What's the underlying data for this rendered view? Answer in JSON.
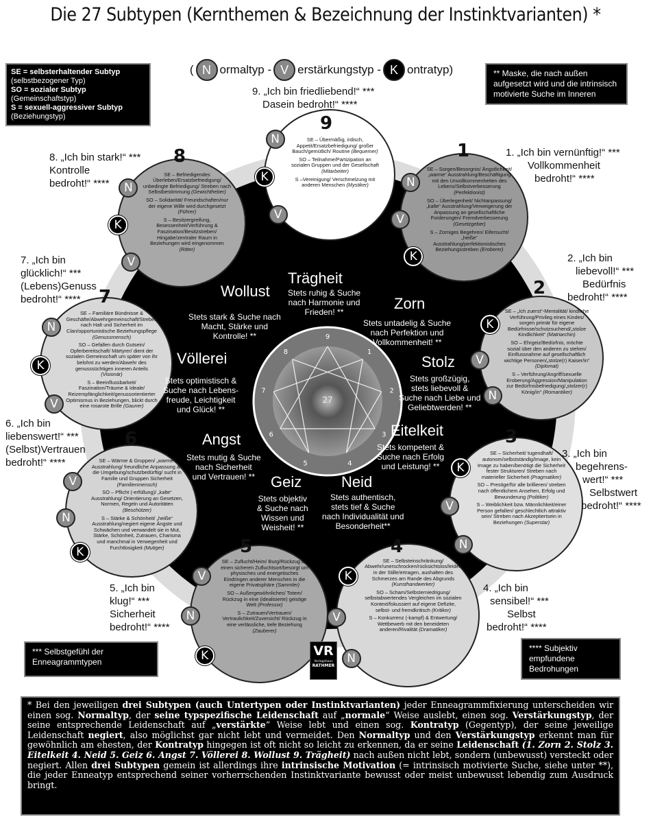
{
  "title": "Die 27 Subtypen (Kernthemen & Bezeichnung der Instinktvarianten) *",
  "legend_left": [
    {
      "t": "SE = selbsterhaltender Subtyp",
      "b": true
    },
    {
      "t": "(selbstbezogener Typ)",
      "b": false
    },
    {
      "t": "SO = sozialer Subtyp",
      "b": true
    },
    {
      "t": "(Gemeinschaftstyp)",
      "b": false
    },
    {
      "t": "S = sexuell-aggressiver Subtyp",
      "b": true
    },
    {
      "t": "(Beziehungstyp)",
      "b": false
    }
  ],
  "legend_right": "** Maske, die nach außen aufgesetzt wird und die intrinsisch motivierte Suche im Inneren",
  "pill": {
    "open": "(",
    "n": "N",
    "normal": "ormaltyp - ",
    "v": "V",
    "verst": "erstärkungstyp - ",
    "k": "K",
    "kontra": "ontratyp)"
  },
  "center_label": "27",
  "note_left": "*** Selbstgefühl der Enneagrammtypen",
  "note_right": "**** Subjektiv empfundene Bedrohungen",
  "logo": {
    "mark": "VR",
    "line1": "Verlagshaus",
    "line2": "RATHMER"
  },
  "colors": {
    "background": "#000000",
    "ring": "#d9d9d9",
    "badge_grey": "#8a8a8a",
    "badge_k": "#000000"
  },
  "types": [
    {
      "n": "9",
      "fill": "#ffffff",
      "sin": "Trägheit",
      "quote": [
        "9. „Ich bin friedliebend!“ ***",
        "Dasein bedroht!“ ****"
      ],
      "motivation": [
        "Stets ruhig & Suche",
        "nach Harmonie und",
        "Frieden! **"
      ],
      "subtypes": [
        {
          "badge": "N",
          "text": "SE – Übermäßig, irdisch, Appetit/Ersatzbefriedigung/ großer Bauch/gemütlich/ Routine",
          "name": "(Bequemer)"
        },
        {
          "badge": "K",
          "text": "SO – Teilnahme/Partizipation an sozialen Gruppen und der Gesellschaft",
          "name": "(Mitarbeiter)"
        },
        {
          "badge": "V",
          "text": "S –Vereinigung/ Verschmelzung mit anderen Menschen",
          "name": "(Mystiker)"
        }
      ]
    },
    {
      "n": "1",
      "fill": "#9a9a9a",
      "sin": "Zorn",
      "quote": [
        "1. „Ich bin vernünftig!“ ***",
        "Vollkommenheit",
        "bedroht!“ ****"
      ],
      "motivation": [
        "Stets untadelig & Suche",
        "nach Perfektion und",
        "Vollkommenheit! **"
      ],
      "subtypes": [
        {
          "badge": "N",
          "text": "SE – Sorgen/Besorgnis/ Ängstlichkeit/„warme“ Ausstrahlung/Beschäftigung mit den Unvollkommenheiten des Lebens/Selbstverbesserung",
          "name": "(Perfektionist)"
        },
        {
          "badge": "V",
          "text": "SO – Überlegenheit/ Nichtanpassung/„kalte“ Ausstrahlung/Verweigerung der Anpassung an gesellschaftliche Forderungen/ Fremdverbesserung",
          "name": "(Gesetzgeber)"
        },
        {
          "badge": "K",
          "text": "S – Zorniges Begehren/ Eifersucht/„heiße“ Ausstrahlung/perfektionistisches Beziehungsstreben",
          "name": "(Eroberer)"
        }
      ]
    },
    {
      "n": "2",
      "fill": "#c8c8c8",
      "sin": "Stolz",
      "quote": [
        "2. „Ich bin",
        "liebevoll!“ ***",
        "Bedürfnis",
        "bedroht!“ ****"
      ],
      "motivation": [
        "Stets großzügig,",
        "stets liebevoll &",
        "Suche nach Liebe und",
        "Geliebtwerden! **"
      ],
      "subtypes": [
        {
          "badge": "K",
          "text": "SE – „Ich zuerst“-Mentalität/ kindliche Verführung/Privileg eines Kindes/ sorgen primär für eigene Bedürfnisse/schutzsuchend/„stolze Kindlichkeit“",
          "name": "(Matriarchin)"
        },
        {
          "badge": "V",
          "text": "SO – Ehrgeiz/Bedürfnis, möchte sozial über den anderen zu stehen/ Einflussnahme auf gesellschaftlich wichtige Personen/„stolze(r) Kaiser/in“",
          "name": "(Diplomat)"
        },
        {
          "badge": "N",
          "text": "S – Verführung/Angriff/sexuelle Eroberung/Aggression/Manipulation zur Bedürfnisbefriedigung/„stolzer(r) König/in“",
          "name": "(Romantiker)"
        }
      ]
    },
    {
      "n": "3",
      "fill": "#e0e0e0",
      "sin": "Eitelkeit",
      "quote": [
        "3. „Ich bin",
        "begehrens-",
        "wert!“ ***",
        "Selbstwert",
        "bedroht!“ ****"
      ],
      "motivation": [
        "Stets kompetent &",
        "Suche nach Erfolg",
        "und Leistung! **"
      ],
      "subtypes": [
        {
          "badge": "K",
          "text": "SE – Sicherheit/ tugendhaft/ autonom/selbstständig/Image, kein Image zu haben/benötigt die Sicherheit fester Strukturen/ Streben nach materieller Sicherheit",
          "name": "(Pragmatiker)"
        },
        {
          "badge": "V",
          "text": "SO – Prestige/für alle brillieren/ streben nach öffentlichem Ansehen, Erfolg und Bewunderung",
          "name": "(Politiker)"
        },
        {
          "badge": "N",
          "text": "S – Weiblichkeit bzw. Männlichkeit/einer Person gefallen/ geschlechtlich attraktiv sein/ Streben nach Akzeptiertsein in Beziehungen",
          "name": "(Superstar)"
        }
      ]
    },
    {
      "n": "4",
      "fill": "#d8d8d8",
      "sin": "Neid",
      "quote": [
        "4. „Ich bin",
        "sensibel!“ ***",
        "Selbst",
        "bedroht!“ ****"
      ],
      "motivation": [
        "Stets authentisch,",
        "stets tief & Suche",
        "nach Individualität und",
        "Besonderheit**"
      ],
      "subtypes": [
        {
          "badge": "K",
          "text": "SE – Selbsteinschränkung/ Abwehr/unerschrocken/rücksichtslos/leiden in der Stille/ertragen, aushalten des Schmerzes am Rande des Abgrunds",
          "name": "(Kunsthandwerker)"
        },
        {
          "badge": "V",
          "text": "SO – Scham/Selbsterniedrigung/ selbstabwertendes Vergleichen im sozialen Kontext/fokussiert auf eigene Defizite, selbst- und fremdkritisch",
          "name": "(Kritiker)"
        },
        {
          "badge": "N",
          "text": "S – Konkurrenz (-kampf) & Entwertung/ Wettbewerb mit den beneideten anderen/Rivalität",
          "name": "(Dramatiker)"
        }
      ]
    },
    {
      "n": "5",
      "fill": "#a8a8a8",
      "sin": "Geiz",
      "quote": [
        "5. „Ich bin",
        "klug!“ ***",
        "Sicherheit",
        "bedroht!“ ****"
      ],
      "motivation": [
        "Stets objektiv",
        "& Suche nach",
        "Wissen und",
        "Weisheit! **"
      ],
      "subtypes": [
        {
          "badge": "V",
          "text": "SE – Zuflucht/Heim/ Burg/Rückzug an einen sicheren Zufluchtsort/besorgt um physisches und energetisches Eindringen anderer Menschen in die eigene Privatsphäre",
          "name": "(Sammler)"
        },
        {
          "badge": "N",
          "text": "SO – Außergewöhnliches/ Totem/ Rückzug in eine (idealisierte) geistige Welt",
          "name": "(Professor)"
        },
        {
          "badge": "K",
          "text": "S – Zutrauen/Vertrauen/ Vertraulichkeit/Zuversicht/ Rückzug in eine verlässliche, tiefe Beziehung",
          "name": "(Zauberer)"
        }
      ]
    },
    {
      "n": "6",
      "fill": "#d4d4d4",
      "sin": "Angst",
      "quote": [
        "6. „Ich bin",
        "liebenswert!“ ***",
        "(Selbst)Vertrauen",
        "bedroht!“ ****"
      ],
      "motivation": [
        "Stets mutig & Suche",
        "nach Sicherheit",
        "und Vertrauen! **"
      ],
      "subtypes": [
        {
          "badge": "V",
          "text": "SE – Wärme & Gruppen/ „warme“ Ausstrahlung/ freundliche Anpassung an die Umgebung/schutzbedürftig/ sucht in Familie und Gruppen Sicherheit",
          "name": "(Familienmensch)"
        },
        {
          "badge": "N",
          "text": "SO – Pflicht (-erfüllung)/ „kalte“ Ausstrahlung/ Orientierung an Gesetzen, Normen, Regeln und Autoritäten",
          "name": "(Beschützer)"
        },
        {
          "badge": "K",
          "text": "S – Stärke & Schönheit/ „heiße“ Ausstrahlung/negiert eigene Ängste und Schwächen und verwandelt sie in Mut, Stärke, Schönheit, Zutrauen, Charisma und manchmal in Verwegenheit und Furchtlosigkeit",
          "name": "(Mutiger)"
        }
      ]
    },
    {
      "n": "7",
      "fill": "#d8d8d8",
      "sin": "Völlerei",
      "quote": [
        "7. „Ich bin",
        "glücklich!“ ***",
        "(Lebens)Genuss",
        "bedroht!“ ****"
      ],
      "motivation": [
        "Stets optimistisch &",
        "Suche nach Lebens-",
        "freude, Leichtigkeit",
        "und Glück! **"
      ],
      "subtypes": [
        {
          "badge": "N",
          "text": "SE – Familiäre Bündnisse & Geschäfte/Abwehrgemeinschaft/Streben nach Halt und Sicherheit im Clan/opportunistische Beziehungspflege",
          "name": "(Genussmensch)"
        },
        {
          "badge": "K",
          "text": "SO – Gefallen durch Gutsein/ Opferbereitschaft/ Märtyrer/ dient der sozialen Gemeinschaft um später von ihr belohnt zu werden/Abwehr des genusssüchtigen inneren Anteils",
          "name": "(Visionär)"
        },
        {
          "badge": "V",
          "text": "S – Beeinflussbarkeit/ Faszination/Träume & Ideale/ Reizempfänglichkeit/genussorientierter Optimismus in Beziehungen, blickt durch eine rosarote Brille",
          "name": "(Gauner)"
        }
      ]
    },
    {
      "n": "8",
      "fill": "#a8a8a8",
      "sin": "Wollust",
      "quote": [
        "8. „Ich bin stark!“ ***",
        "Kontrolle",
        "bedroht!“ ****"
      ],
      "motivation": [
        "Stets stark & Suche nach",
        "Macht, Stärke und",
        "Kontrolle! **"
      ],
      "subtypes": [
        {
          "badge": "N",
          "text": "SE – Befriedigendes Überleben/Ersatzbefriedigung/ unbedingte Befriedigung/ Streben nach Selbstbestimmung",
          "name": "(Gewichtheber)"
        },
        {
          "badge": "K",
          "text": "SO – Solidarität/ Freundschaften/nur der eigene Wille wird durchgesetzt",
          "name": "(Führer)"
        },
        {
          "badge": "V",
          "text": "S – Besitzergreifung, Besessenheit/Verführung & Faszination/Besitzstreben/ Hingabe/zentraler Raum in Beziehungen wird eingenommen",
          "name": "(Ritter)"
        }
      ]
    }
  ],
  "footnote": [
    {
      "t": "* Bei den jeweiligen "
    },
    {
      "t": "drei Subtypen (auch Untertypen oder Instinktvarianten)",
      "b": 1
    },
    {
      "t": " jeder Enneagrammfixierung unterscheiden wir einen sog. "
    },
    {
      "t": "Normaltyp",
      "b": 1
    },
    {
      "t": ", der "
    },
    {
      "t": "seine typspezifische Leidenschaft",
      "b": 1
    },
    {
      "t": " auf „"
    },
    {
      "t": "normale",
      "b": 1
    },
    {
      "t": "“ Weise auslebt, einen sog. "
    },
    {
      "t": "Verstärkungstyp",
      "b": 1
    },
    {
      "t": ", der seine entsprechende Leidenschaft auf „"
    },
    {
      "t": "verstärkte",
      "b": 1
    },
    {
      "t": "“ Weise lebt und einen sog. "
    },
    {
      "t": "Kontratyp",
      "b": 1
    },
    {
      "t": " (Gegentyp), der seine jeweilige Leidenschaft "
    },
    {
      "t": "negiert",
      "b": 1
    },
    {
      "t": ", also möglichst gar nicht lebt und vermeidet. Den "
    },
    {
      "t": "Normaltyp",
      "b": 1
    },
    {
      "t": " und den "
    },
    {
      "t": "Verstärkungstyp",
      "b": 1
    },
    {
      "t": " erkennt man für gewöhnlich am ehesten, der "
    },
    {
      "t": "Kontratyp",
      "b": 1
    },
    {
      "t": " hingegen ist oft nicht so leicht zu erkennen, da er seine "
    },
    {
      "t": "Leidenschaft",
      "b": 1
    },
    {
      "t": " "
    },
    {
      "t": "(1. Zorn 2. Stolz 3. Eitelkeit 4. Neid 5. Geiz 6. Angst 7. Völlerei 8. Wollust 9. Trägheit)",
      "b": 1,
      "i": 1
    },
    {
      "t": " nach außen nicht lebt, sondern (unbewusst) versteckt oder negiert. Allen "
    },
    {
      "t": "drei Subtypen",
      "b": 1
    },
    {
      "t": " gemein ist allerdings ihre "
    },
    {
      "t": "intrinsische Motivation",
      "b": 1
    },
    {
      "t": " (= intrinsisch motivierte Suche, siehe unter **), die jeder Enneatyp entsprechend seiner vorherrschenden Instinktvariante bewusst oder meist unbewusst lebendig zum Ausdruck bringt."
    }
  ]
}
